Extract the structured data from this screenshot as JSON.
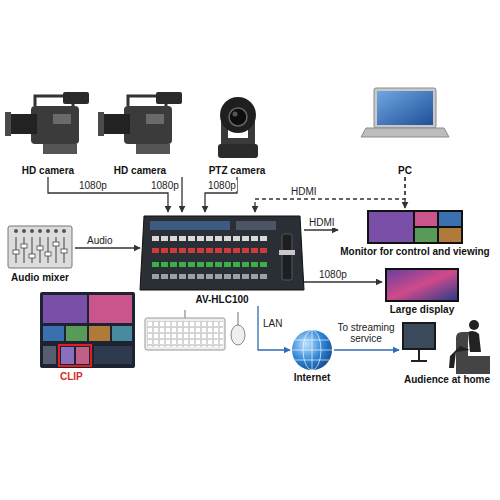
{
  "diagram": {
    "nodes": [
      {
        "text": [
          "HD camera"
        ]
      },
      {
        "text": [
          "HD camera"
        ]
      },
      {
        "text": [
          "PTZ camera"
        ]
      },
      {
        "text": [
          "PC"
        ]
      },
      {
        "text": [
          "Audio mixer"
        ]
      },
      {
        "text": [
          "AV-HLC100"
        ]
      },
      {
        "text": [
          "Monitor for control and viewing"
        ]
      },
      {
        "text": [
          "Large display"
        ]
      },
      {
        "text": [
          "Internet"
        ]
      },
      {
        "text": [
          "Audience at home"
        ]
      }
    ],
    "edges": [
      {
        "from": 0,
        "to": 5,
        "label": "1080p",
        "arrow": "to"
      },
      {
        "from": 1,
        "to": 5,
        "label": "1080p",
        "arrow": "to"
      },
      {
        "from": 2,
        "to": 5,
        "label": "1080p",
        "arrow": "to"
      },
      {
        "from": 3,
        "to": 5,
        "label": "HDMI",
        "arrow": "to"
      },
      {
        "from": 3,
        "to": 6,
        "arrow": "to"
      },
      {
        "from": 4,
        "to": 5,
        "label": "Audio",
        "arrow": "to"
      },
      {
        "from": 5,
        "to": 6,
        "label": "HDMI",
        "arrow": "to"
      },
      {
        "from": 5,
        "to": 7,
        "label": "1080p",
        "arrow": "to"
      },
      {
        "from": 5,
        "to": 8,
        "label": "LAN",
        "arrow": "to"
      },
      {
        "from": 8,
        "to": 9,
        "label": "To streaming service",
        "arrow": "to"
      }
    ],
    "labels": [
      "CLIP"
    ]
  }
}
